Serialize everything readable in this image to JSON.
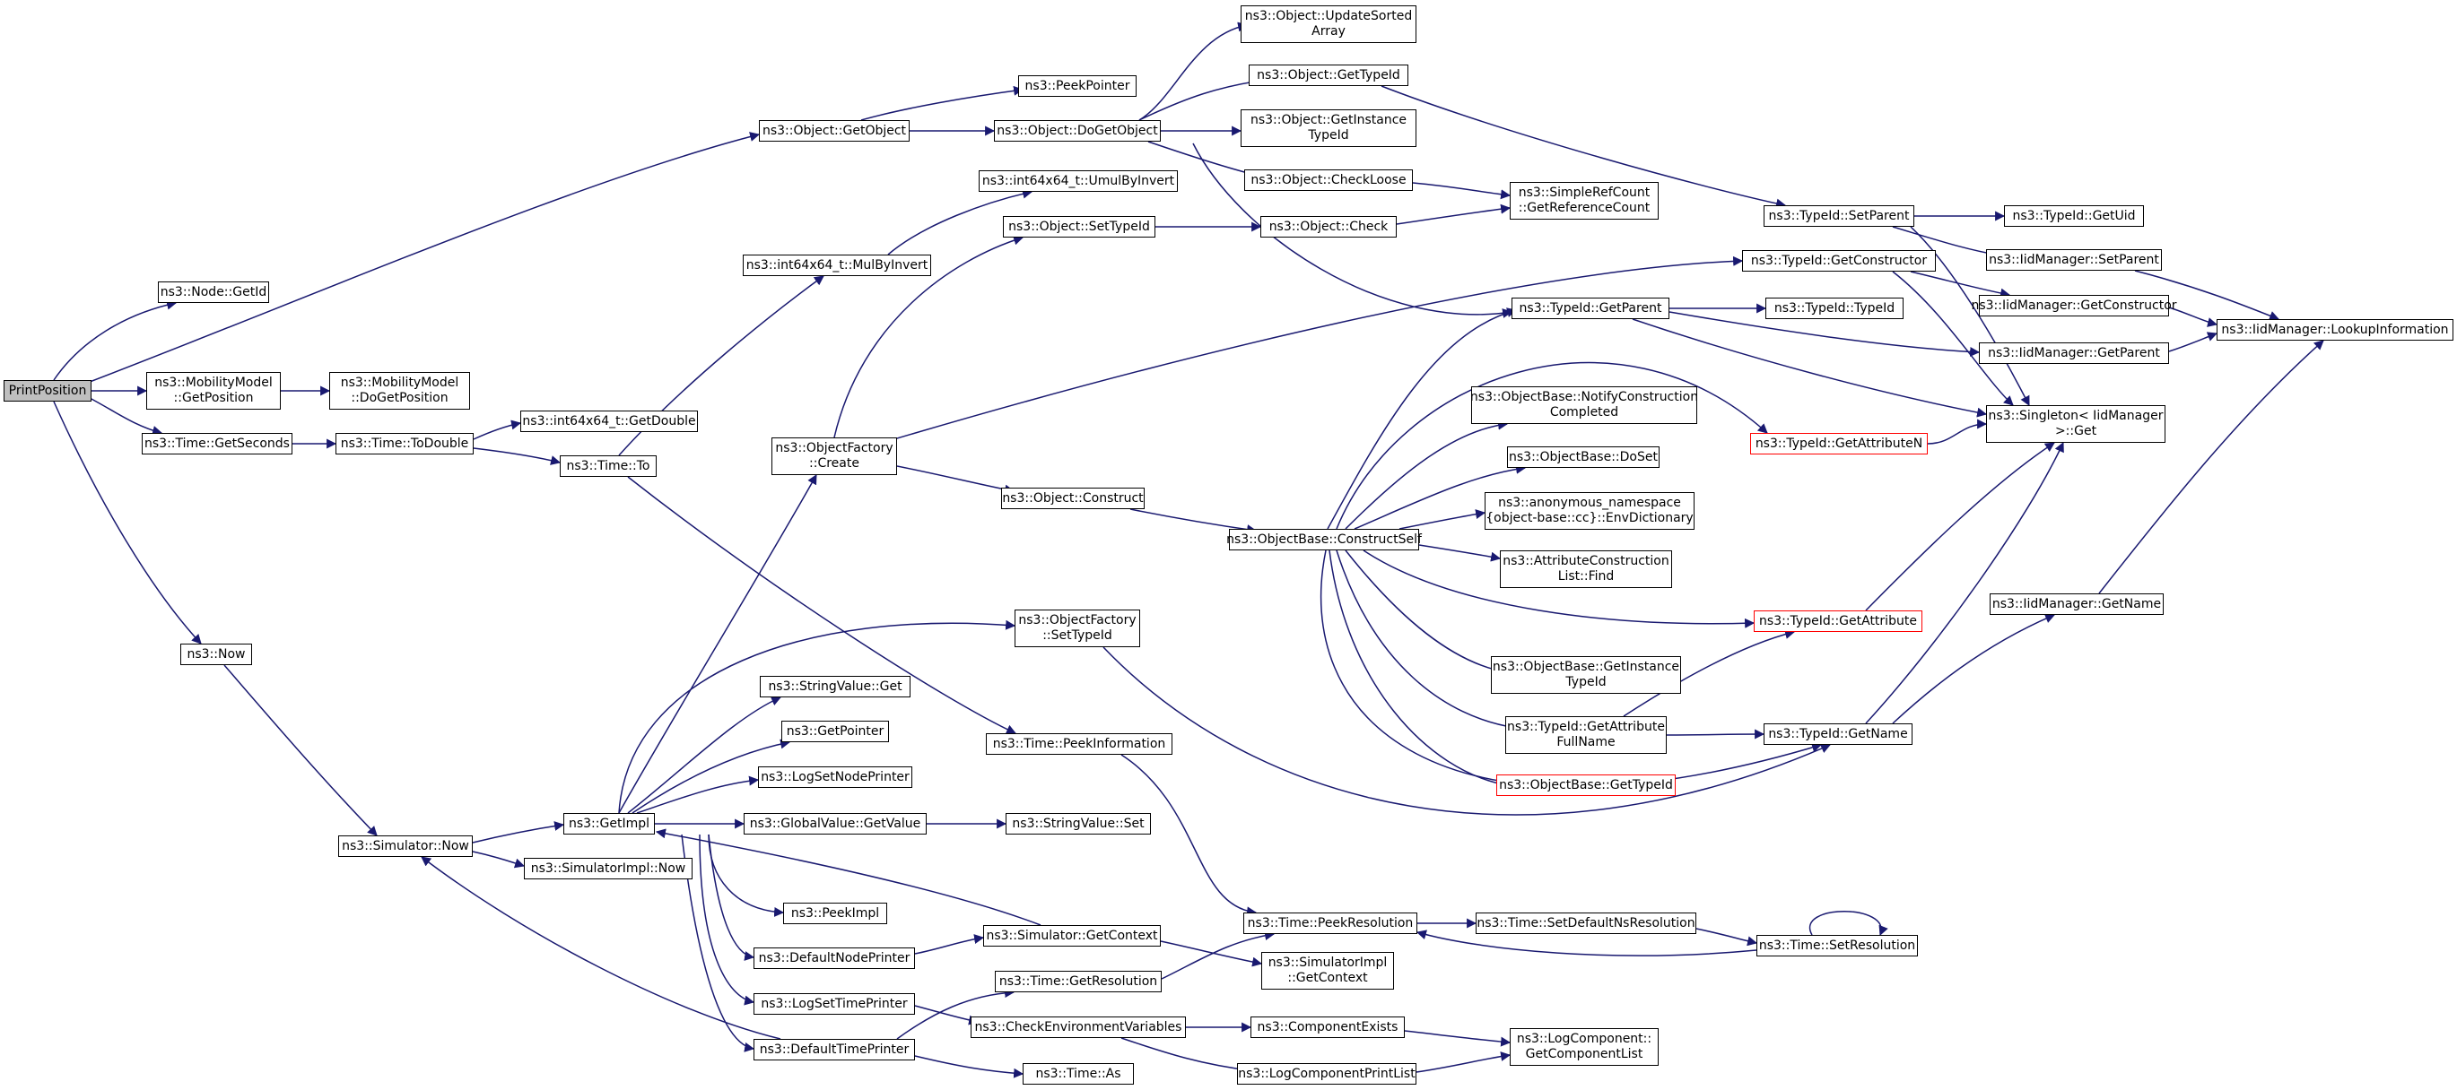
{
  "colors": {
    "edge": "#191970",
    "border": "#000000",
    "truncated_border": "#ff0000",
    "root_fill": "#bfbfbf",
    "fill": "#ffffff"
  },
  "nodes": [
    {
      "id": "printposition",
      "lines": [
        "PrintPosition"
      ],
      "root": true
    },
    {
      "id": "node-getid",
      "lines": [
        "ns3::Node::GetId"
      ]
    },
    {
      "id": "object-getobject",
      "lines": [
        "ns3::Object::GetObject"
      ]
    },
    {
      "id": "mobility-getposition",
      "lines": [
        "ns3::MobilityModel",
        "::GetPosition"
      ]
    },
    {
      "id": "mobility-dogetposition",
      "lines": [
        "ns3::MobilityModel",
        "::DoGetPosition"
      ]
    },
    {
      "id": "time-getseconds",
      "lines": [
        "ns3::Time::GetSeconds"
      ]
    },
    {
      "id": "time-todouble",
      "lines": [
        "ns3::Time::ToDouble"
      ]
    },
    {
      "id": "int64-getdouble",
      "lines": [
        "ns3::int64x64_t::GetDouble"
      ]
    },
    {
      "id": "time-to",
      "lines": [
        "ns3::Time::To"
      ]
    },
    {
      "id": "int64-mulbyinvert",
      "lines": [
        "ns3::int64x64_t::MulByInvert"
      ]
    },
    {
      "id": "int64-umulbyinvert",
      "lines": [
        "ns3::int64x64_t::UmulByInvert"
      ]
    },
    {
      "id": "peekpointer",
      "lines": [
        "ns3::PeekPointer"
      ]
    },
    {
      "id": "object-dogetobject",
      "lines": [
        "ns3::Object::DoGetObject"
      ]
    },
    {
      "id": "object-updatesortedarray",
      "lines": [
        "ns3::Object::UpdateSorted",
        "Array"
      ]
    },
    {
      "id": "object-gettypeid",
      "lines": [
        "ns3::Object::GetTypeId"
      ]
    },
    {
      "id": "object-getinstancetypeid",
      "lines": [
        "ns3::Object::GetInstance",
        "TypeId"
      ]
    },
    {
      "id": "object-checkloose",
      "lines": [
        "ns3::Object::CheckLoose"
      ]
    },
    {
      "id": "object-check",
      "lines": [
        "ns3::Object::Check"
      ]
    },
    {
      "id": "object-settypeid",
      "lines": [
        "ns3::Object::SetTypeId"
      ]
    },
    {
      "id": "simplerefcount-getreferencecount",
      "lines": [
        "ns3::SimpleRefCount",
        "::GetReferenceCount"
      ]
    },
    {
      "id": "typeid-setparent",
      "lines": [
        "ns3::TypeId::SetParent"
      ]
    },
    {
      "id": "typeid-getuid",
      "lines": [
        "ns3::TypeId::GetUid"
      ]
    },
    {
      "id": "iidmanager-setparent",
      "lines": [
        "ns3::IidManager::SetParent"
      ]
    },
    {
      "id": "typeid-getconstructor",
      "lines": [
        "ns3::TypeId::GetConstructor"
      ]
    },
    {
      "id": "iidmanager-getconstructor",
      "lines": [
        "ns3::IidManager::GetConstructor"
      ]
    },
    {
      "id": "iidmanager-lookupinformation",
      "lines": [
        "ns3::IidManager::LookupInformation"
      ]
    },
    {
      "id": "typeid-getparent",
      "lines": [
        "ns3::TypeId::GetParent"
      ]
    },
    {
      "id": "typeid-typeid",
      "lines": [
        "ns3::TypeId::TypeId"
      ]
    },
    {
      "id": "iidmanager-getparent",
      "lines": [
        "ns3::IidManager::GetParent"
      ]
    },
    {
      "id": "singleton-get",
      "lines": [
        "ns3::Singleton< IidManager",
        " >::Get"
      ]
    },
    {
      "id": "typeid-getattributen",
      "lines": [
        "ns3::TypeId::GetAttributeN"
      ],
      "truncated": true
    },
    {
      "id": "objectfactory-create",
      "lines": [
        "ns3::ObjectFactory",
        "::Create"
      ]
    },
    {
      "id": "objectbase-notifyconstructioncompleted",
      "lines": [
        "ns3::ObjectBase::NotifyConstruction",
        "Completed"
      ]
    },
    {
      "id": "objectbase-doset",
      "lines": [
        "ns3::ObjectBase::DoSet"
      ]
    },
    {
      "id": "object-construct",
      "lines": [
        "ns3::Object::Construct"
      ]
    },
    {
      "id": "anonymous-envdictionary",
      "lines": [
        "ns3::anonymous_namespace",
        "{object-base::cc}::EnvDictionary"
      ]
    },
    {
      "id": "objectbase-constructself",
      "lines": [
        "ns3::ObjectBase::ConstructSelf"
      ]
    },
    {
      "id": "attributeconstructionlist-find",
      "lines": [
        "ns3::AttributeConstruction",
        "List::Find"
      ]
    },
    {
      "id": "iidmanager-getname",
      "lines": [
        "ns3::IidManager::GetName"
      ]
    },
    {
      "id": "typeid-getattribute",
      "lines": [
        "ns3::TypeId::GetAttribute"
      ],
      "truncated": true
    },
    {
      "id": "now",
      "lines": [
        "ns3::Now"
      ]
    },
    {
      "id": "objectfactory-settypeid",
      "lines": [
        "ns3::ObjectFactory",
        "::SetTypeId"
      ]
    },
    {
      "id": "objectbase-getinstancetypeid",
      "lines": [
        "ns3::ObjectBase::GetInstance",
        "TypeId"
      ]
    },
    {
      "id": "stringvalue-get",
      "lines": [
        "ns3::StringValue::Get"
      ]
    },
    {
      "id": "typeid-getattributefullname",
      "lines": [
        "ns3::TypeId::GetAttribute",
        "FullName"
      ]
    },
    {
      "id": "typeid-getname",
      "lines": [
        "ns3::TypeId::GetName"
      ]
    },
    {
      "id": "getpointer",
      "lines": [
        "ns3::GetPointer"
      ]
    },
    {
      "id": "time-peekinformation",
      "lines": [
        "ns3::Time::PeekInformation"
      ]
    },
    {
      "id": "logsetnodeprinter",
      "lines": [
        "ns3::LogSetNodePrinter"
      ]
    },
    {
      "id": "objectbase-gettypeid",
      "lines": [
        "ns3::ObjectBase::GetTypeId"
      ],
      "truncated": true
    },
    {
      "id": "getimpl",
      "lines": [
        "ns3::GetImpl"
      ]
    },
    {
      "id": "globalvalue-getvalue",
      "lines": [
        "ns3::GlobalValue::GetValue"
      ]
    },
    {
      "id": "stringvalue-set",
      "lines": [
        "ns3::StringValue::Set"
      ]
    },
    {
      "id": "simulator-now",
      "lines": [
        "ns3::Simulator::Now"
      ]
    },
    {
      "id": "simulatorimpl-now",
      "lines": [
        "ns3::SimulatorImpl::Now"
      ]
    },
    {
      "id": "peekimpl",
      "lines": [
        "ns3::PeekImpl"
      ]
    },
    {
      "id": "time-peekresolution",
      "lines": [
        "ns3::Time::PeekResolution"
      ]
    },
    {
      "id": "time-setdefaultnsresolution",
      "lines": [
        "ns3::Time::SetDefaultNsResolution"
      ]
    },
    {
      "id": "simulator-getcontext",
      "lines": [
        "ns3::Simulator::GetContext"
      ]
    },
    {
      "id": "time-setresolution",
      "lines": [
        "ns3::Time::SetResolution"
      ]
    },
    {
      "id": "defaultnodeprinter",
      "lines": [
        "ns3::DefaultNodePrinter"
      ]
    },
    {
      "id": "simulatorimpl-getcontext",
      "lines": [
        "ns3::SimulatorImpl",
        "::GetContext"
      ]
    },
    {
      "id": "time-getresolution",
      "lines": [
        "ns3::Time::GetResolution"
      ]
    },
    {
      "id": "logsettimeprinter",
      "lines": [
        "ns3::LogSetTimePrinter"
      ]
    },
    {
      "id": "checkenvironmentvariables",
      "lines": [
        "ns3::CheckEnvironmentVariables"
      ]
    },
    {
      "id": "componentexists",
      "lines": [
        "ns3::ComponentExists"
      ]
    },
    {
      "id": "logcomponent-getcomponentlist",
      "lines": [
        "ns3::LogComponent::",
        "GetComponentList"
      ]
    },
    {
      "id": "defaulttimeprinter",
      "lines": [
        "ns3::DefaultTimePrinter"
      ]
    },
    {
      "id": "time-as",
      "lines": [
        "ns3::Time::As"
      ]
    },
    {
      "id": "logcomponentprintlist",
      "lines": [
        "ns3::LogComponentPrintList"
      ]
    }
  ]
}
